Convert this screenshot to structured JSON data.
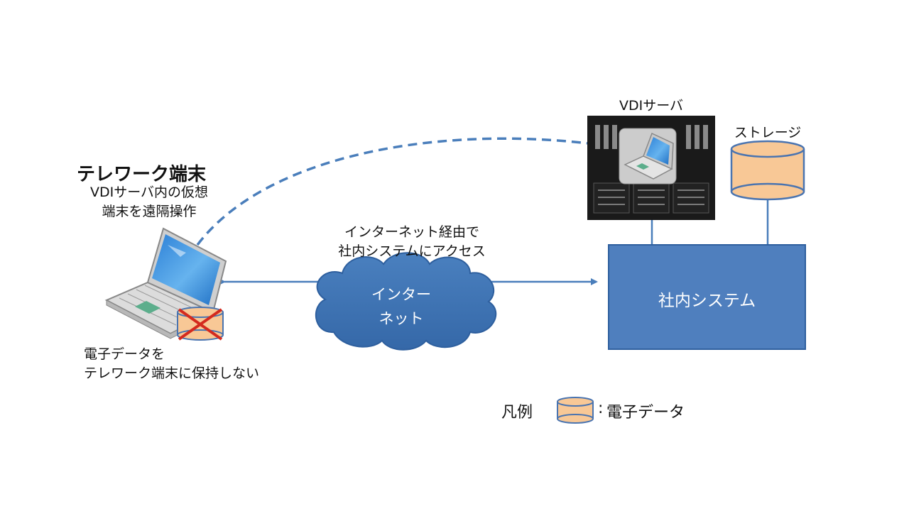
{
  "terminal": {
    "title": "テレワーク端末",
    "desc_line1": "VDIサーバ内の仮想",
    "desc_line2": "端末を遠隔操作",
    "note_line1": "電子データを",
    "note_line2": "テレワーク端末に保持しない"
  },
  "internet": {
    "caption_line1": "インターネット経由で",
    "caption_line2": "社内システムにアクセス",
    "cloud_line1": "インター",
    "cloud_line2": "ネット"
  },
  "server": {
    "label": "VDIサーバ"
  },
  "storage": {
    "label": "ストレージ"
  },
  "system": {
    "label": "社内システム"
  },
  "legend": {
    "title": "凡例",
    "separator": ":",
    "item": "電子データ"
  },
  "colors": {
    "accent_blue": "#4a7ebb",
    "system_fill": "#4f7fbe",
    "cloud_fill": "#3f73b3",
    "data_fill": "#f8c896",
    "data_stroke": "#4a74b0",
    "cross": "#d42a1e",
    "server_body": "#1a1a1a"
  },
  "icons": [
    "laptop-icon",
    "cloud-icon",
    "server-icon",
    "storage-cylinder-icon",
    "data-cylinder-icon",
    "cross-icon"
  ]
}
